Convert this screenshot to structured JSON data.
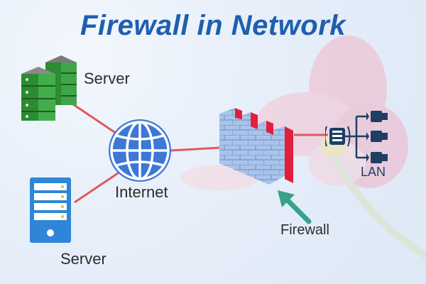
{
  "title": "Firewall in Network",
  "labels": {
    "server_top": "Server",
    "server_bottom": "Server",
    "internet": "Internet",
    "firewall": "Firewall",
    "lan": "LAN"
  },
  "colors": {
    "title": "#1f5fae",
    "link": "#e05a5a",
    "globe": "#3d78d6",
    "server_top": "#2f9a3a",
    "server_bottom": "#2f86d8",
    "firewall_brick": "#a9c4ea",
    "firewall_red": "#e0203a",
    "arrow": "#3aa08a"
  },
  "icons": [
    "server-stack-icon",
    "server-tower-icon",
    "globe-icon",
    "firewall-icon",
    "router-icon",
    "camera-icon"
  ]
}
